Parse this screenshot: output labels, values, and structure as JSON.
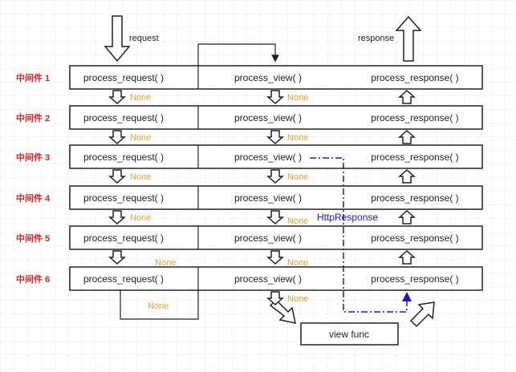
{
  "labels": {
    "request": "request",
    "response": "response",
    "view_func": "view func",
    "http_response": "HttpResponse",
    "none": "None"
  },
  "rows": [
    {
      "name": "中间件 1",
      "c1": "process_request( )",
      "c2": "process_view( )",
      "c3": "process_response( )"
    },
    {
      "name": "中间件 2",
      "c1": "process_request( )",
      "c2": "process_view( )",
      "c3": "process_response( )"
    },
    {
      "name": "中间件 3",
      "c1": "process_request( )",
      "c2": "process_view( )",
      "c3": "process_response( )"
    },
    {
      "name": "中间件 4",
      "c1": "process_request( )",
      "c2": "process_view( )",
      "c3": "process_response( )"
    },
    {
      "name": "中间件 5",
      "c1": "process_request( )",
      "c2": "process_view( )",
      "c3": "process_response( )"
    },
    {
      "name": "中间件 6",
      "c1": "process_request( )",
      "c2": "process_view( )",
      "c3": "process_response( )"
    }
  ],
  "colors": {
    "middleware_label": "#e02020",
    "none_label": "#f0a030",
    "http_response": "#1a1ad6",
    "grid": "#e8e8e8",
    "line": "#222222"
  }
}
